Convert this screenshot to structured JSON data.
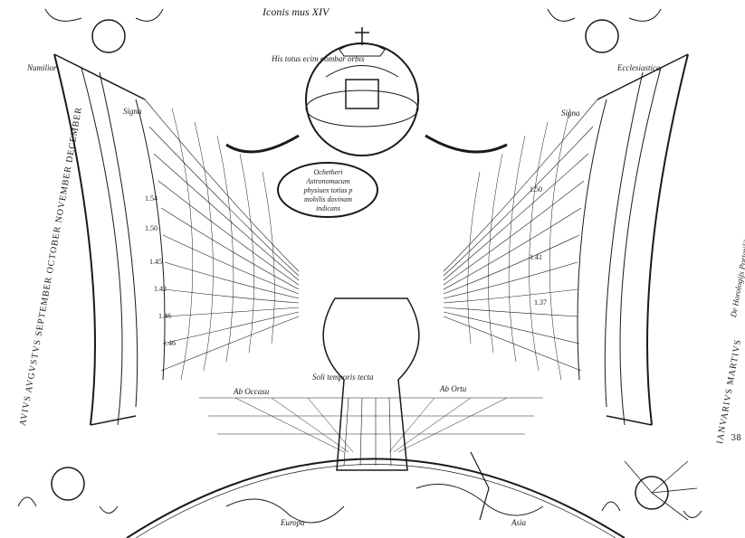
{
  "plate": {
    "title": "Iconis mus XIV",
    "banner": "His totus ecim pombar orbis",
    "oval_lines": [
      "Ochetheri",
      "Astronomacum",
      "physiuex totius p",
      "mobilis dovinam",
      "indicans"
    ],
    "ribbon_left_top": "Numilior",
    "ribbon_right_top": "Ecclesiastica",
    "right_side_caption": "De Horologijs Portatilibus",
    "left_column_caps": "AVIVS AVGVSTVS SEPTEMBER OCTOBER NOVEMBER DECEMBER",
    "right_column_caps": "IANVARIVS MARTIVS",
    "ab_occasu": "Ab Occasu",
    "ab_ortu": "Ab Ortu",
    "soli_temporis": "Soli temporis tecta",
    "col_signa_left": "Signa",
    "col_signa_right": "Signa",
    "bottom_europa": "Europa",
    "bottom_asia": "Asia",
    "page_number": "38",
    "left_table_numbers": [
      "1.54",
      "1.50",
      "1.45",
      "1.42",
      "1.46",
      "1.46"
    ],
    "right_table_numbers": [
      "1.50",
      "1.41",
      "1.37"
    ]
  },
  "palette": {
    "ink": "#1a1a1a",
    "paper": "#ffffff"
  }
}
